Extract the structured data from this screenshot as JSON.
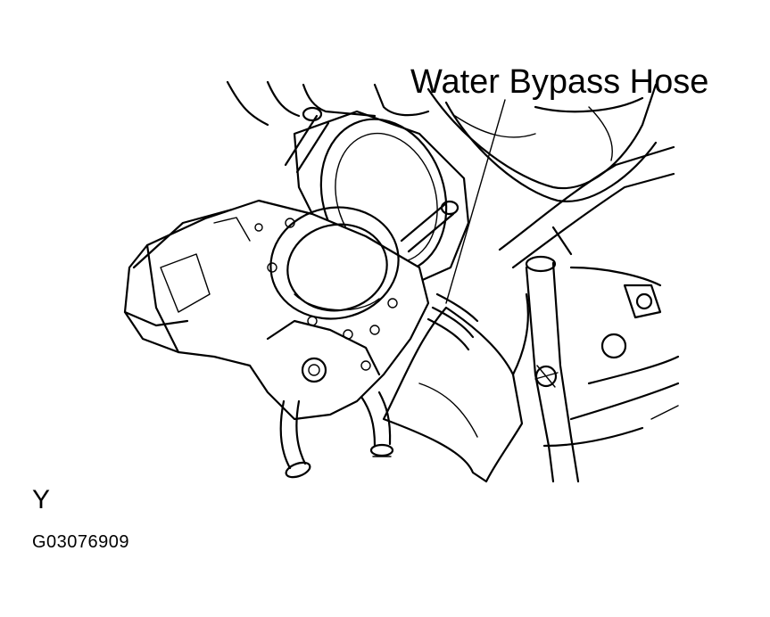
{
  "callout": {
    "label": "Water Bypass Hose"
  },
  "view_letter": "Y",
  "figure_code": "G03076909",
  "colors": {
    "line": "#000000",
    "background": "#ffffff"
  }
}
